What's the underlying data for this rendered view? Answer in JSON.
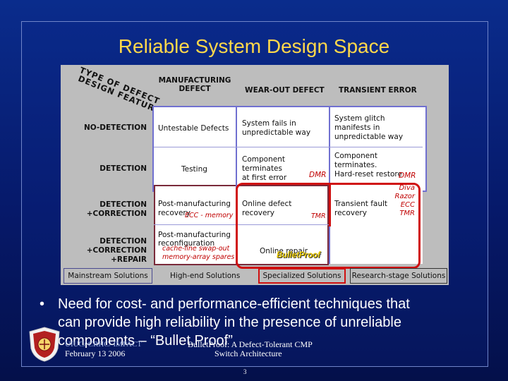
{
  "title": "Reliable System Design Space",
  "axis_labels": {
    "type_of_defect": "TYPE OF DEFECT",
    "design_feature": "DESIGN FEATURE"
  },
  "columns": {
    "manufacturing_1": "MANUFACTURING",
    "manufacturing_2": "DEFECT",
    "wearout": "WEAR-OUT DEFECT",
    "transient": "TRANSIENT ERROR"
  },
  "rows": {
    "no_detection": "NO-DETECTION",
    "detection": "DETECTION",
    "det_corr_1": "DETECTION",
    "det_corr_2": "+CORRECTION",
    "det_rep_1": "DETECTION",
    "det_rep_2": "+CORRECTION",
    "det_rep_3": "+REPAIR"
  },
  "cells": {
    "untestable": "Untestable Defects",
    "system_fails_1": "System fails in",
    "system_fails_2": "unpredictable way",
    "glitch_1": "System glitch",
    "glitch_2": "manifests in",
    "glitch_3": "unpredictable way",
    "testing": "Testing",
    "comp_term_1": "Component",
    "comp_term_2": "terminates",
    "comp_term_3": "at first error",
    "dmr_1": "DMR",
    "comp_term2_1": "Component",
    "comp_term2_2": "terminates.",
    "comp_term2_3": "Hard-reset restore",
    "dmr_2": "DMR",
    "post_mfg_1": "Post-manufacturing",
    "post_mfg_2": "recovery",
    "ecc_memory": "ECC - memory",
    "online_defect_1": "Online defect",
    "online_defect_2": "recovery",
    "tmr_1": "TMR",
    "transient_fault_1": "Transient fault",
    "transient_fault_2": "recovery",
    "diva": "Diva",
    "razor": "Razor",
    "ecc": "ECC",
    "tmr_2": "TMR",
    "post_recon_1": "Post-manufacturing",
    "post_recon_2": "reconfiguration",
    "cache_line": "cache-line swap-out",
    "memory_array": "memory-array spares",
    "online_repair": "Online repair",
    "bulletproof_label": "BulletProof"
  },
  "solutions": {
    "mainstream": "Mainstream Solutions",
    "high_end": "High-end Solutions",
    "specialized": "Specialized Solutions",
    "research": "Research-stage Solutions"
  },
  "bullet": {
    "line1": "Need for cost- and performance-efficient techniques that",
    "line2": "can provide high reliability in the presence of unreliable",
    "line3": "components – “Bullet.Proof”"
  },
  "footer": {
    "left_under": "UIUC/ CRHC/ IMPACT",
    "date": "February 13 2006",
    "center_1": "BulletProof: A Defect-Tolerant CMP",
    "center_2": "Switch Architecture",
    "page": "3"
  },
  "colors": {
    "title": "#ffd84a",
    "grey_box": "#b9b9b9",
    "grid_outline": "#7070d0",
    "dark_outline": "#7a2a3a",
    "red_outline": "#d01010",
    "bulletproof": "#e8c800"
  }
}
